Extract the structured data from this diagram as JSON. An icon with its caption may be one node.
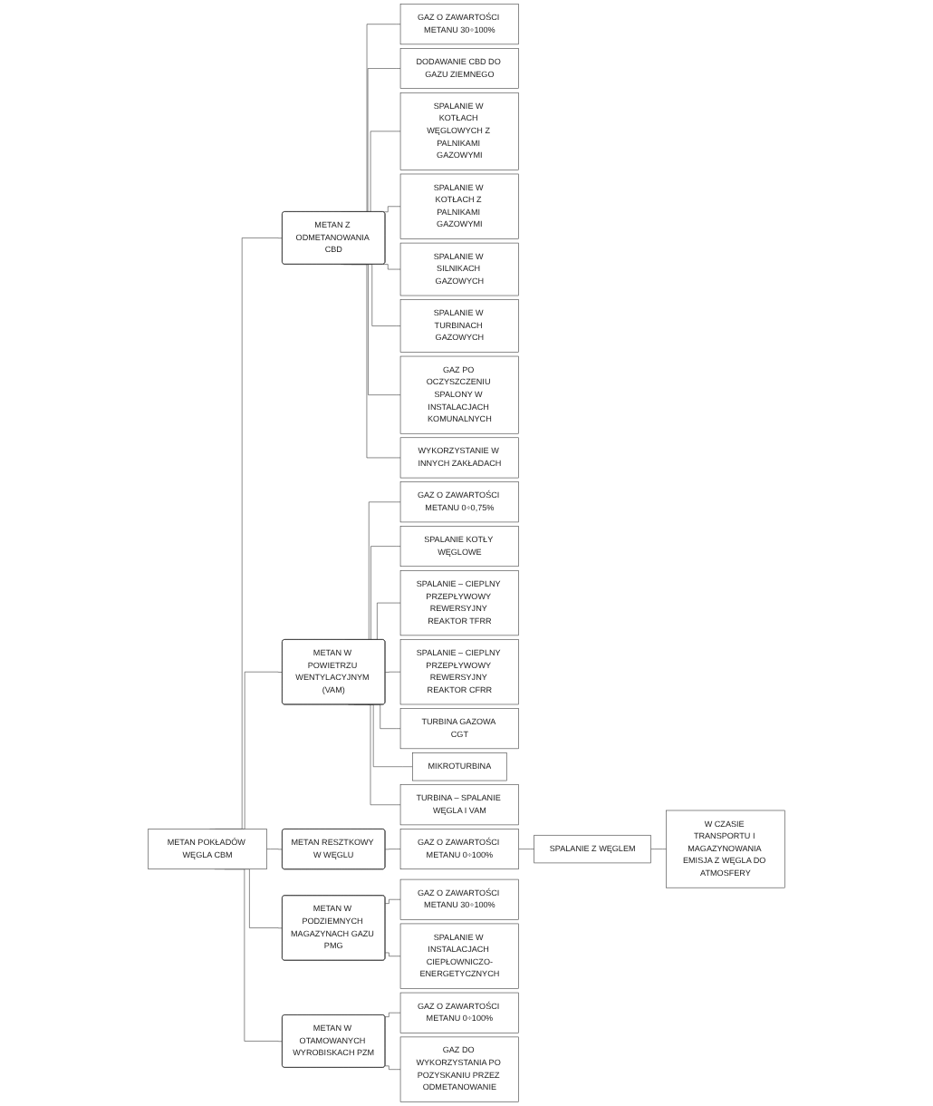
{
  "diagram": {
    "nodes": [
      {
        "text": [
          "METAN POKŁADÓW WĘGLA CBM"
        ]
      },
      {
        "text": [
          "METAN Z ODMETANOWANIA CBD"
        ]
      },
      {
        "text": [
          "METAN W POWIETRZU WENTYLACYJNYM (VAM)"
        ]
      },
      {
        "text": [
          "METAN RESZTKOWY W WĘGLU"
        ]
      },
      {
        "text": [
          "METAN W PODZIEMNYCH MAGAZYNACH GAZU PMG"
        ]
      },
      {
        "text": [
          "METAN W OTAMOWANYCH WYROBISKACH PZM"
        ]
      },
      {
        "text": [
          "GAZ O ZAWARTOŚCI METANU 30÷100%"
        ]
      },
      {
        "text": [
          "DODAWANIE CBD DO GAZU ZIEMNEGO"
        ]
      },
      {
        "text": [
          "SPALANIE W KOTŁACH WĘGLOWYCH Z PALNIKAMI GAZOWYMI"
        ]
      },
      {
        "text": [
          "SPALANIE W KOTŁACH Z PALNIKAMI GAZOWYMI"
        ]
      },
      {
        "text": [
          "SPALANIE W SILNIKACH GAZOWYCH"
        ]
      },
      {
        "text": [
          "SPALANIE W TURBINACH GAZOWYCH"
        ]
      },
      {
        "text": [
          "GAZ PO OCZYSZCZENIU SPALONY W INSTALACJACH KOMUNALNYCH"
        ]
      },
      {
        "text": [
          "WYKORZYSTANIE W INNYCH ZAKŁADACH"
        ]
      },
      {
        "text": [
          "GAZ O ZAWARTOŚCI METANU 0÷0,75%"
        ]
      },
      {
        "text": [
          "SPALANIE KOTŁY WĘGLOWE"
        ]
      },
      {
        "text": [
          "SPALANIE – CIEPLNY PRZEPŁYWOWY REWERSYJNY REAKTOR TFRR"
        ]
      },
      {
        "text": [
          "SPALANIE – CIEPLNY PRZEPŁYWOWY REWERSYJNY REAKTOR CFRR"
        ]
      },
      {
        "text": [
          "TURBINA GAZOWA CGT"
        ]
      },
      {
        "text": [
          "MIKROTURBINA"
        ]
      },
      {
        "text": [
          "TURBINA – SPALANIE WĘGLA I VAM"
        ]
      },
      {
        "text": [
          "GAZ O ZAWARTOŚCI METANU 0÷100%"
        ]
      },
      {
        "text": [
          "SPALANIE Z WĘGLEM"
        ]
      },
      {
        "text": [
          "W CZASIE TRANSPORTU I MAGAZYNOWANIA EMISJA Z WĘGLA DO ATMOSFERY"
        ]
      },
      {
        "text": [
          "GAZ O ZAWARTOŚCI METANU 30÷100%"
        ]
      },
      {
        "text": [
          "SPALANIE W INSTALACJACH CIEPŁOWNICZO-ENERGETYCZNYCH"
        ]
      },
      {
        "text": [
          "GAZ O ZAWARTOŚCI METANU 0÷100%"
        ]
      },
      {
        "text": [
          "GAZ DO WYKORZYSTANIA PO POZYSKANIU PRZEZ ODMETANOWANIE"
        ]
      }
    ],
    "edges": [
      {
        "from": 0,
        "to": 1,
        "arrow": "none"
      },
      {
        "from": 0,
        "to": 2,
        "arrow": "none"
      },
      {
        "from": 0,
        "to": 3,
        "arrow": "none"
      },
      {
        "from": 0,
        "to": 4,
        "arrow": "none"
      },
      {
        "from": 0,
        "to": 5,
        "arrow": "none"
      },
      {
        "from": 1,
        "to": 6,
        "arrow": "none"
      },
      {
        "from": 1,
        "to": 7,
        "arrow": "none"
      },
      {
        "from": 1,
        "to": 8,
        "arrow": "none"
      },
      {
        "from": 1,
        "to": 9,
        "arrow": "none"
      },
      {
        "from": 1,
        "to": 10,
        "arrow": "none"
      },
      {
        "from": 1,
        "to": 11,
        "arrow": "none"
      },
      {
        "from": 1,
        "to": 12,
        "arrow": "none"
      },
      {
        "from": 1,
        "to": 13,
        "arrow": "none"
      },
      {
        "from": 2,
        "to": 14,
        "arrow": "none"
      },
      {
        "from": 2,
        "to": 15,
        "arrow": "none"
      },
      {
        "from": 2,
        "to": 16,
        "arrow": "none"
      },
      {
        "from": 2,
        "to": 17,
        "arrow": "none"
      },
      {
        "from": 2,
        "to": 18,
        "arrow": "none"
      },
      {
        "from": 2,
        "to": 19,
        "arrow": "none"
      },
      {
        "from": 2,
        "to": 20,
        "arrow": "none"
      },
      {
        "from": 3,
        "to": 21,
        "arrow": "none"
      },
      {
        "from": 21,
        "to": 22,
        "arrow": "none"
      },
      {
        "from": 22,
        "to": 23,
        "arrow": "none"
      },
      {
        "from": 4,
        "to": 24,
        "arrow": "none"
      },
      {
        "from": 4,
        "to": 25,
        "arrow": "none"
      },
      {
        "from": 5,
        "to": 26,
        "arrow": "none"
      },
      {
        "from": 5,
        "to": 27,
        "arrow": "none"
      }
    ]
  }
}
